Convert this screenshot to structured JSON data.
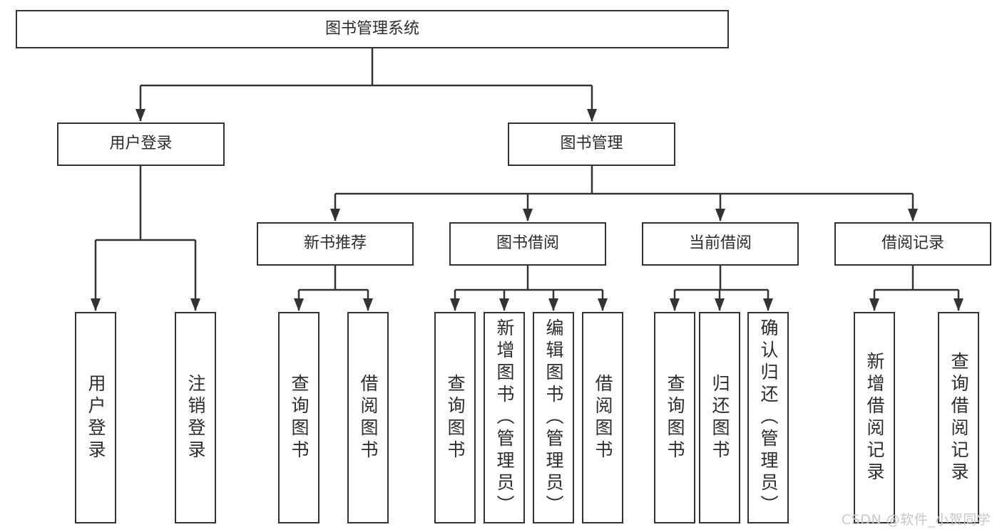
{
  "diagram": {
    "title": "图书管理系统",
    "level2": [
      {
        "id": "user-login",
        "label": "用户登录"
      },
      {
        "id": "book-management",
        "label": "图书管理"
      }
    ],
    "level3": [
      {
        "id": "new-book-recommend",
        "label": "新书推荐"
      },
      {
        "id": "book-borrowing",
        "label": "图书借阅"
      },
      {
        "id": "current-borrowing",
        "label": "当前借阅"
      },
      {
        "id": "borrowing-records",
        "label": "借阅记录"
      }
    ],
    "leaves": {
      "user_login": [
        {
          "label": "用户登录"
        },
        {
          "label": "注销登录"
        }
      ],
      "new_book_recommend": [
        {
          "label": "查询图书"
        },
        {
          "label": "借阅图书"
        }
      ],
      "book_borrowing": [
        {
          "label": "查询图书"
        },
        {
          "label": "新增图书（管理员）"
        },
        {
          "label": "编辑图书（管理员）"
        },
        {
          "label": "借阅图书"
        }
      ],
      "current_borrowing": [
        {
          "label": "查询图书"
        },
        {
          "label": "归还图书"
        },
        {
          "label": "确认归还（管理员）"
        }
      ],
      "borrowing_records": [
        {
          "label": "新增借阅记录"
        },
        {
          "label": "查询借阅记录"
        }
      ]
    }
  },
  "watermark": {
    "text": "CSDN @软件_小贺同学"
  },
  "colors": {
    "line": "#333333",
    "box_border": "#333333",
    "text": "#2d2d2d",
    "watermark": "#c8c8c8",
    "background": "#ffffff"
  }
}
